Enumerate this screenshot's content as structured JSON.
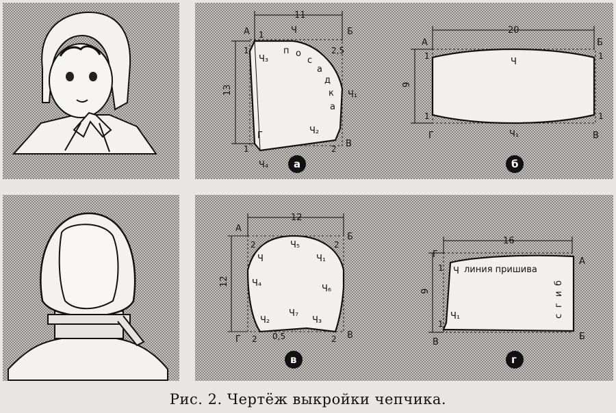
{
  "caption": "Рис. 2. Чертёж выкройки чепчика.",
  "panel_a": {
    "badge": "а",
    "pts": {
      "A": "А",
      "B": "Б",
      "V": "В",
      "G": "Г",
      "Ch": "Ч",
      "Ch1": "Ч₁",
      "Ch2": "Ч₂",
      "Ch3": "Ч₃",
      "Ch4": "Ч₄"
    },
    "dim_top": "11",
    "dim_left": "13",
    "n1a": "1",
    "n1b": "1",
    "n1c": "1",
    "n25": "2,5",
    "n2": "2",
    "seam_word": [
      "п",
      "о",
      "с",
      "а",
      "д",
      "к",
      "а"
    ]
  },
  "panel_b": {
    "badge": "б",
    "pts": {
      "A": "А",
      "B": "Б",
      "V": "В",
      "G": "Г",
      "Ch": "Ч",
      "Ch1": "Ч₁"
    },
    "dim_top": "20",
    "dim_left": "9",
    "n1": [
      "1",
      "1",
      "1",
      "1"
    ]
  },
  "panel_v": {
    "badge": "в",
    "pts": {
      "A": "А",
      "B": "Б",
      "V": "В",
      "G": "Г",
      "Ch": "Ч",
      "Ch1": "Ч₁",
      "Ch2": "Ч₂",
      "Ch3": "Ч₃",
      "Ch4": "Ч₄",
      "Ch5": "Ч₅",
      "Ch6": "Ч₆",
      "Ch7": "Ч₇"
    },
    "dim_top": "12",
    "dim_left": "12",
    "n2": [
      "2",
      "2",
      "2",
      "2"
    ],
    "n05": "0,5"
  },
  "panel_g": {
    "badge": "г",
    "pts": {
      "A": "А",
      "B": "Б",
      "V": "В",
      "G": "Г",
      "Ch": "Ч",
      "Ch1": "Ч₁"
    },
    "dim_top": "16",
    "dim_left": "9",
    "n1": [
      "1",
      "1"
    ],
    "seam_label": "линия пришива",
    "fold_label": [
      "с",
      "г",
      "и",
      "б"
    ]
  }
}
